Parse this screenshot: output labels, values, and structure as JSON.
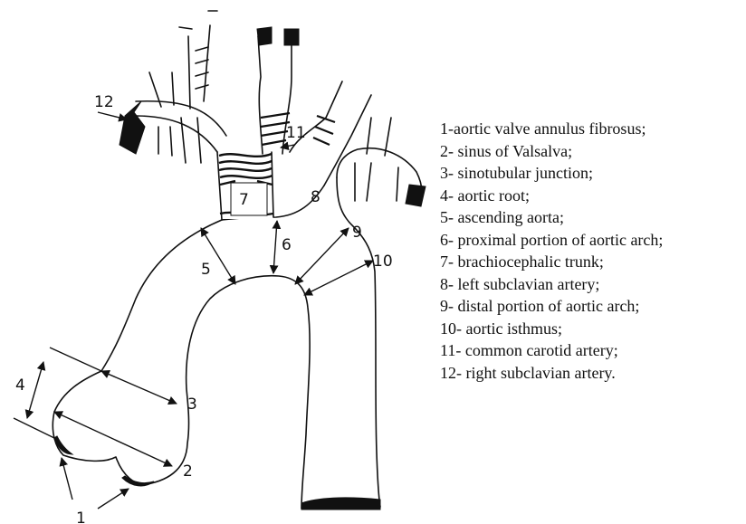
{
  "labels": {
    "n1": "1",
    "n2": "2",
    "n3": "3",
    "n4": "4",
    "n5": "5",
    "n6": "6",
    "n7": "7",
    "n8": "8",
    "n9": "9",
    "n10": "10",
    "n11": "11",
    "n12": "12"
  },
  "legend": [
    "1-aortic valve annulus fibrosus;",
    "2- sinus of Valsalva;",
    "3- sinotubular junction;",
    "4- aortic root;",
    "5- ascending aorta;",
    "6- proximal portion of aortic arch;",
    "7- brachiocephalic trunk;",
    "8- left subclavian artery;",
    "9- distal portion of aortic arch;",
    "10- aortic isthmus;",
    "11- common carotid artery;",
    "12- right subclavian artery."
  ]
}
